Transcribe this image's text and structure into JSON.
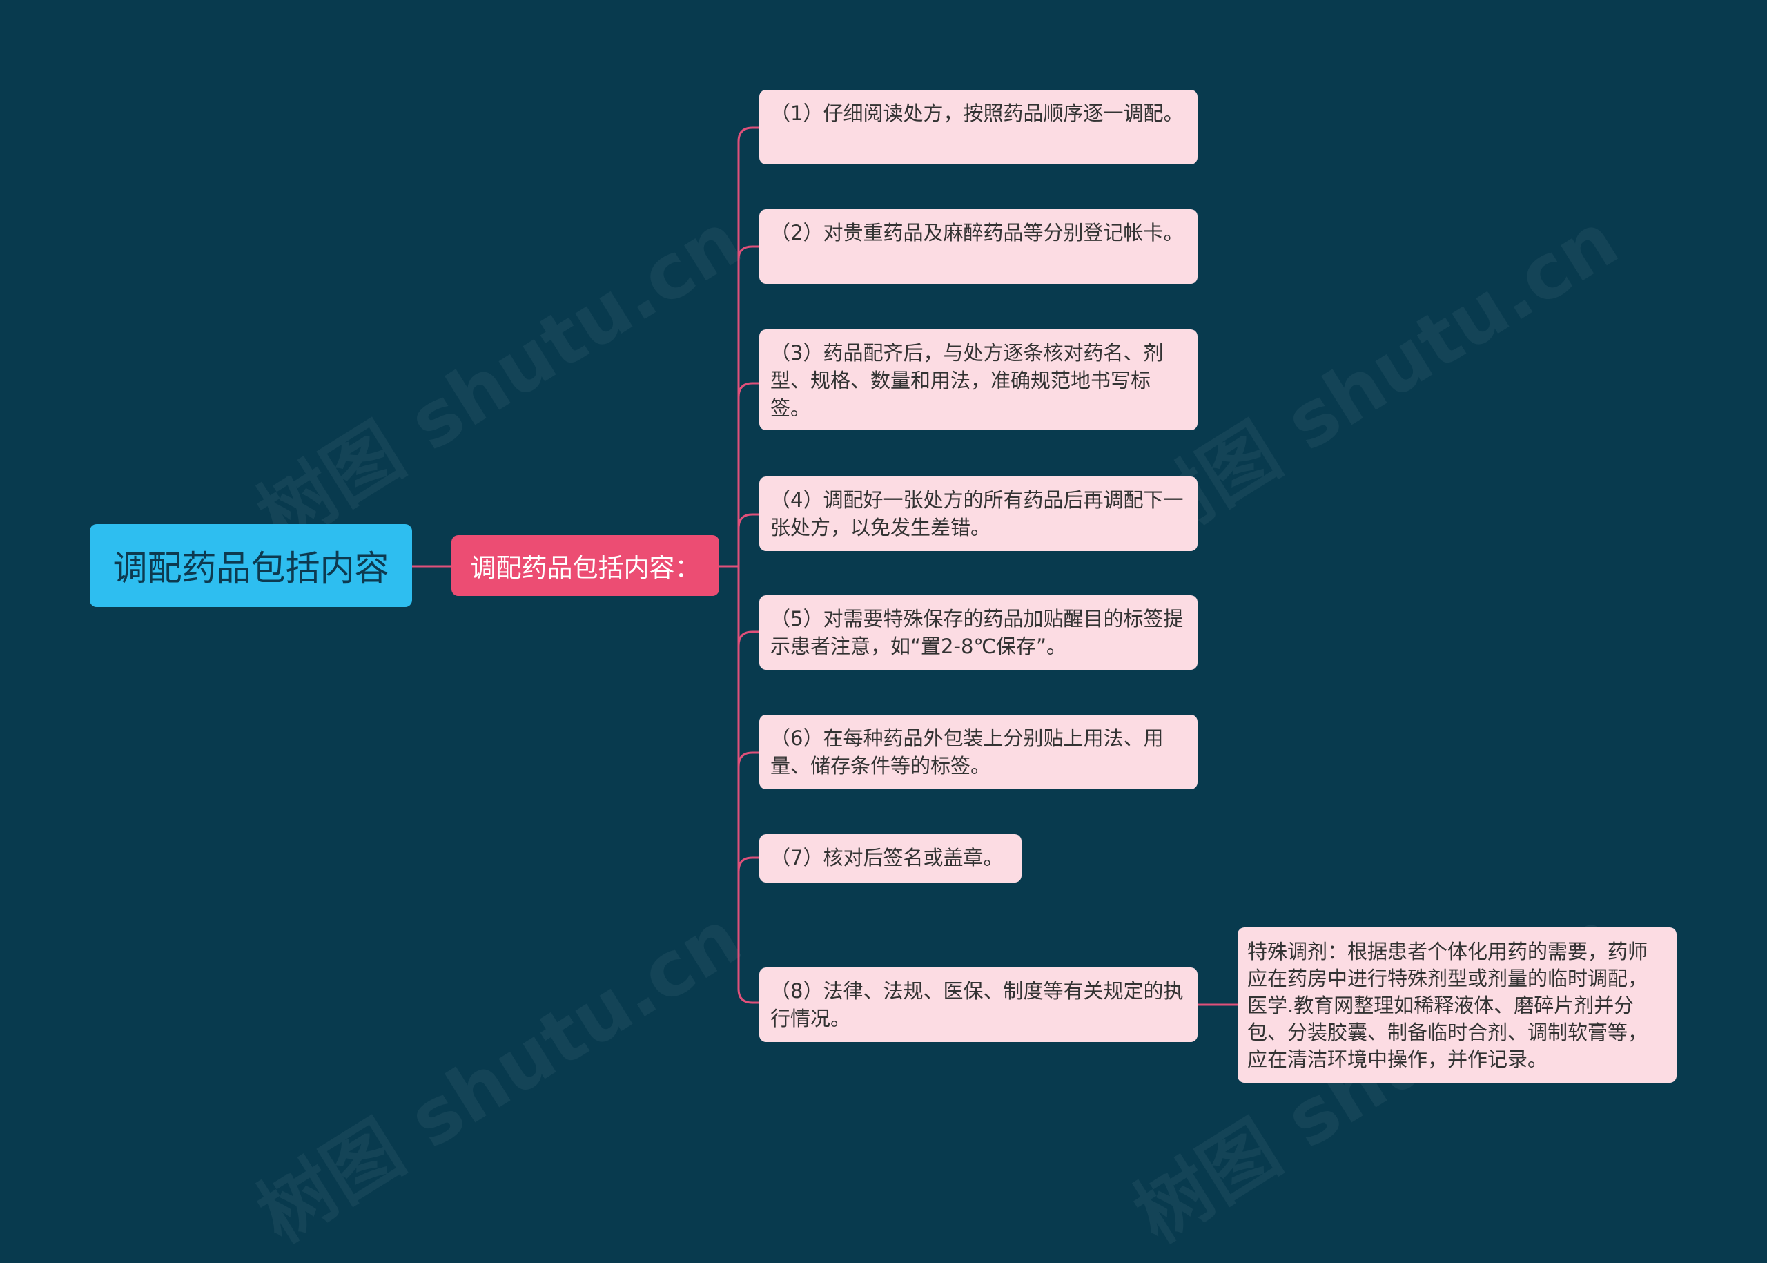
{
  "root": {
    "label": "调配药品包括内容"
  },
  "branch": {
    "label": "调配药品包括内容："
  },
  "items": [
    "（1）仔细阅读处方，按照药品顺序逐一调配。",
    "（2）对贵重药品及麻醉药品等分别登记帐卡。",
    "（3）药品配齐后，与处方逐条核对药名、剂型、规格、数量和用法，准确规范地书写标签。",
    "（4）调配好一张处方的所有药品后再调配下一张处方，以免发生差错。",
    "（5）对需要特殊保存的药品加贴醒目的标签提示患者注意，如“置2-8℃保存”。",
    "（6）在每种药品外包装上分别贴上用法、用量、储存条件等的标签。",
    "（7）核对后签名或盖章。",
    "（8）法律、法规、医保、制度等有关规定的执行情况。"
  ],
  "note": {
    "text": "特殊调剂：根据患者个体化用药的需要，药师应在药房中进行特殊剂型或剂量的临时调配，医学.教育网整理如稀释液体、磨碎片剂并分包、分装胶囊、制备临时合剂、调制软膏等，应在清洁环境中操作，并作记录。"
  },
  "watermark": {
    "text": "树图 shutu.cn"
  },
  "colors": {
    "background": "#083a4e",
    "root": "#2ebef0",
    "branch": "#ec4d73",
    "leaf": "#fcdce3",
    "connector": "#e0507a"
  }
}
